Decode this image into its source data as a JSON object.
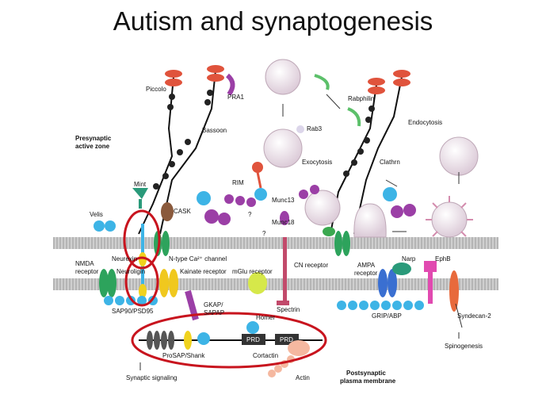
{
  "slide": {
    "title": "Autism and synaptogenesis"
  },
  "labels": {
    "piccolo": "Piccolo",
    "pra1": "PRA1",
    "rabphilin": "Rabphilin",
    "bassoon": "Bassoon",
    "rab3": "Rab3",
    "endocytosis": "Endocytosis",
    "presynaptic_line1": "Presynaptic",
    "presynaptic_line2": "active zone",
    "cask": "CASK",
    "exocytosis": "Exocytosis",
    "clathrin": "Clathrn",
    "mint": "Mint",
    "velis": "Velis",
    "rim": "RIM",
    "munc13": "Munc13",
    "munc18": "Munc18",
    "question1": "?",
    "question2": "?",
    "neurexin": "Neurexin",
    "ntype_channel": "N-type Ca²⁺ channel",
    "cn_receptor": "CN receptor",
    "ampa_line1": "AMPA",
    "ampa_line2": "receptor",
    "narp": "Narp",
    "ephb": "EphB",
    "nmda_line1": "NMDA",
    "nmda_line2": "receptor",
    "neuroligin": "Neuroligin",
    "kainate": "Kainate receptor",
    "mglu": "mGlu receptor",
    "sap90": "SAP90/PSD95",
    "gkap_line1": "GKAP/",
    "gkap_line2": "SAPAP",
    "homer": "Homer",
    "spectrin": "Spectrin",
    "grip": "GRIP/ABP",
    "syndecan": "Syndecan-2",
    "prd1": "PRD",
    "prd2": "PRD",
    "prosap": "ProSAP/Shank",
    "cortactin": "Cortactin",
    "spinogenesis": "Spinogenesis",
    "synaptic_signaling": "Synaptic signaling",
    "actin": "Actin",
    "postsynaptic_line1": "Postsynaptic",
    "postsynaptic_line2": "plasma membrane"
  },
  "colors": {
    "membrane": "#c8c8c8",
    "vesicle": "#e9dde6",
    "red_protein": "#e0533c",
    "blue_protein": "#3db4e6",
    "purple_protein": "#9b3fa6",
    "highlight_oval": "#c8141e",
    "green_channel": "#2da35c",
    "yellow_protein": "#f0d21e"
  }
}
